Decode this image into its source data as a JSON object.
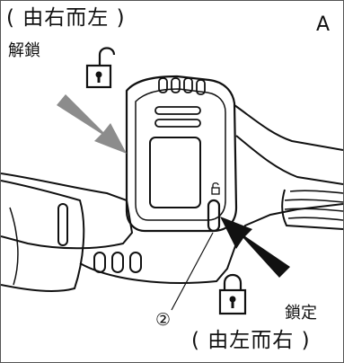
{
  "labels": {
    "unlock_direction": "( 由右而左 )",
    "unlock": "解鎖",
    "panel_letter": "A",
    "lock": "鎖定",
    "lock_direction": "( 由左而右 )",
    "callout_number": "②"
  },
  "icons": {
    "unlock_icon": "padlock-open-icon",
    "lock_icon": "padlock-closed-icon",
    "left_arrow": "arrow-down-right-icon",
    "right_arrow": "arrow-up-left-icon"
  },
  "colors": {
    "line": "#111111",
    "arrow_fill": "#8c8c8c",
    "arrow_dark": "#111111",
    "background": "#ffffff"
  }
}
